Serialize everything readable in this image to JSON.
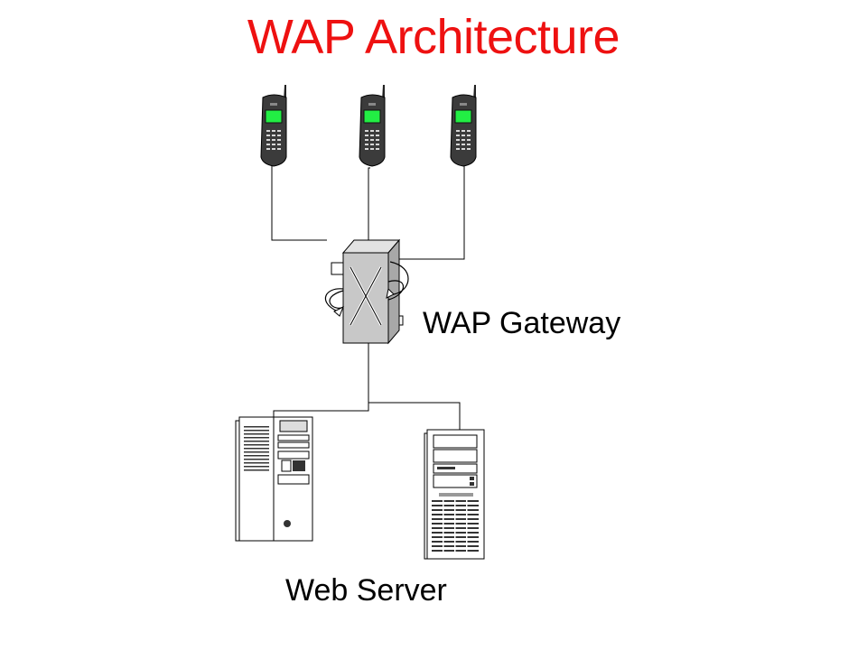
{
  "title": "WAP Architecture",
  "labels": {
    "gateway": "WAP Gateway",
    "server": "Web Server"
  },
  "colors": {
    "title": "#ee1111",
    "label": "#000000",
    "phone_body": "#3a3a3a",
    "phone_screen": "#22ee44",
    "gateway_face": "#c8c8c8",
    "line": "#000000"
  },
  "icons": {
    "phones": [
      "mobile-phone-icon",
      "mobile-phone-icon",
      "mobile-phone-icon"
    ],
    "gateway": "gateway-box-icon",
    "servers": [
      "server-tower-icon",
      "server-tower-icon"
    ]
  }
}
